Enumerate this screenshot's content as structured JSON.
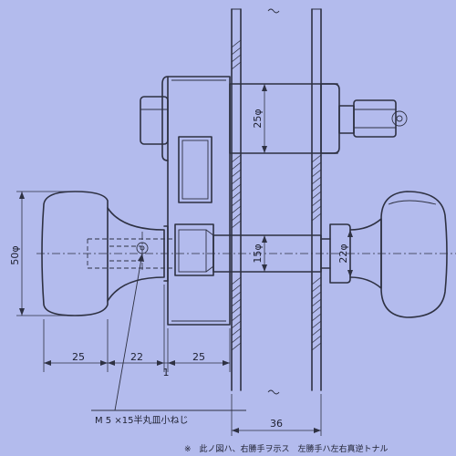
{
  "dimensions": {
    "spindle_dia": "25φ",
    "knob_dia": "50φ",
    "latch_dia": "15φ",
    "rose_dia": "22φ",
    "knob_length": "25",
    "neck_length": "22",
    "gap": "1",
    "case_to_door": "25",
    "door_thickness": "36"
  },
  "annotations": {
    "screw_callout": "M 5 ×15半丸皿小ねじ",
    "footnote": "※　此ノ図ハ、右勝手ヲ示ス　左勝手ハ左右真逆トナル"
  },
  "colors": {
    "paper": "#b3bbed",
    "ink": "#2e3142"
  }
}
